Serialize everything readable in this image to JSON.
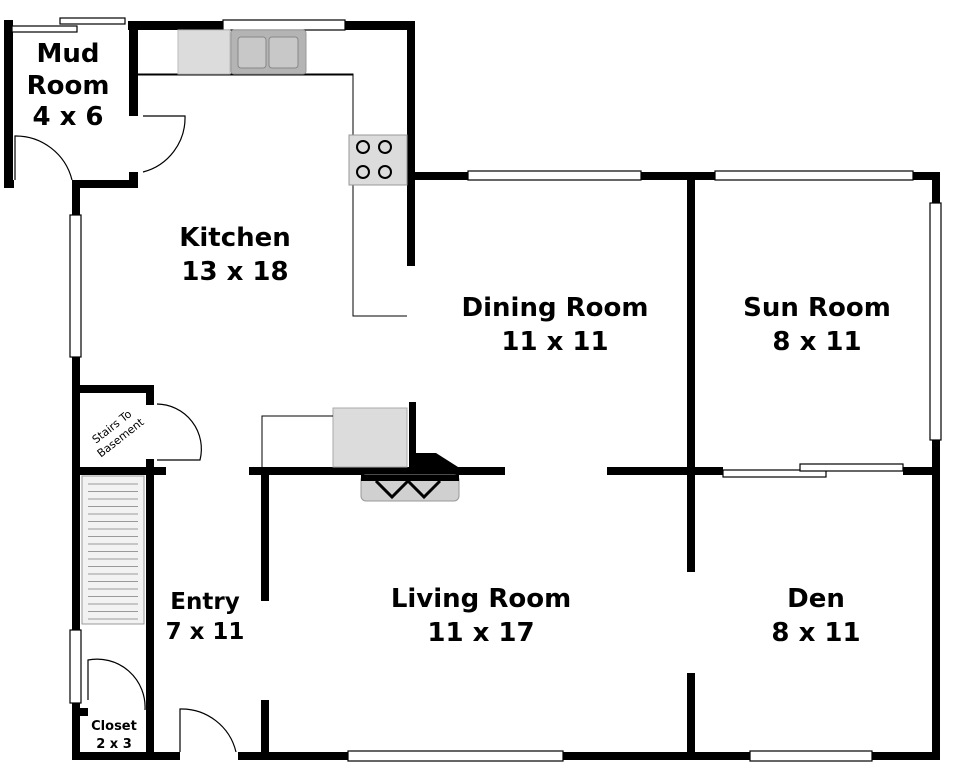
{
  "rooms": [
    {
      "name": "Mud Room",
      "line1": "Mud",
      "line2": "Room",
      "size": "4 x 6"
    },
    {
      "name": "Kitchen",
      "size": "13 x 18"
    },
    {
      "name": "Dining Room",
      "size": "11 x 11"
    },
    {
      "name": "Sun Room",
      "size": "8 x 11"
    },
    {
      "name": "Living Room",
      "size": "11 x 17"
    },
    {
      "name": "Den",
      "size": "8 x 11"
    },
    {
      "name": "Entry",
      "size": "7 x 11"
    },
    {
      "name": "Closet",
      "size": "2 x 3"
    }
  ],
  "stairs": {
    "line1": "Stairs To",
    "line2": "Basement"
  },
  "colors": {
    "wall": "#000000",
    "fixture": "#dcdcdc",
    "sink": "#b4b4b4"
  }
}
